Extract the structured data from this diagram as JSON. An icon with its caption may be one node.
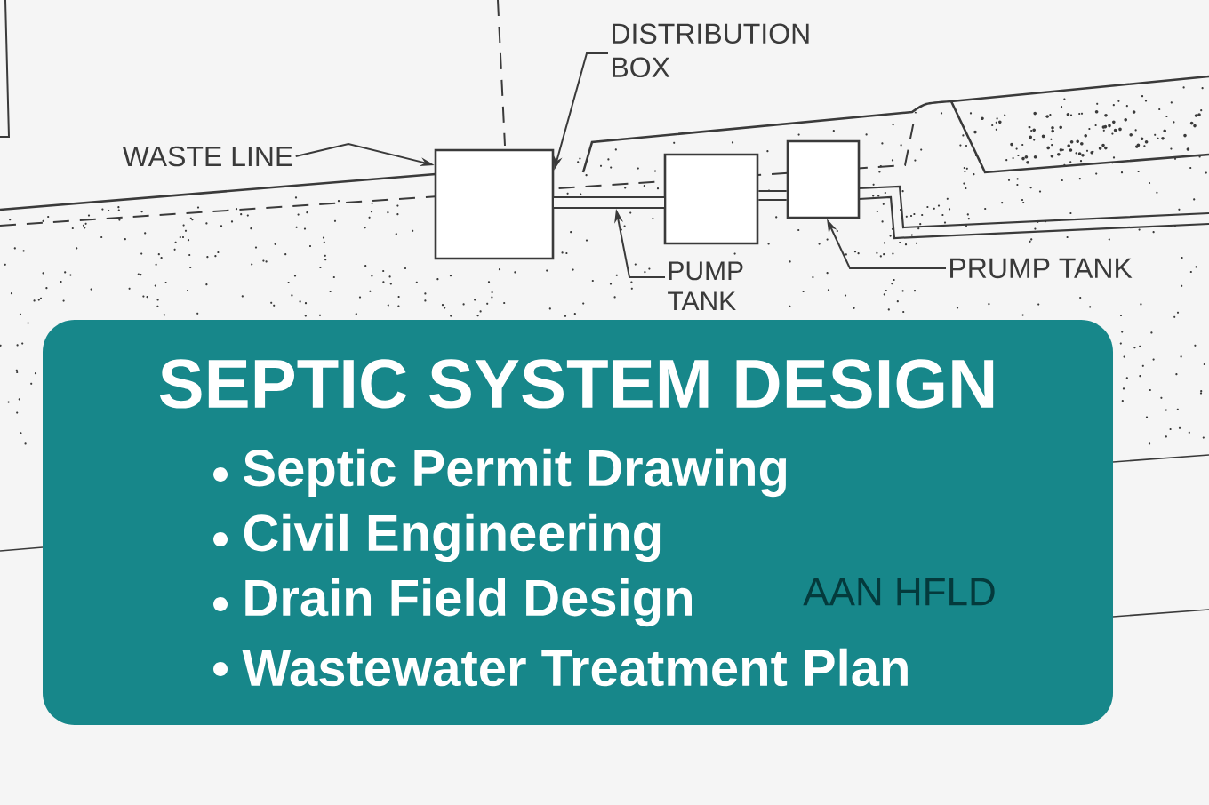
{
  "diagram": {
    "nodes": [
      {
        "text": [
          "WASTE LINE"
        ]
      },
      {
        "text": [],
        "shape": "box"
      },
      {
        "text": [
          "DISTRIBUTION BOX"
        ]
      },
      {
        "text": [],
        "shape": "box"
      },
      {
        "text": [],
        "shape": "box"
      },
      {
        "text": [
          "PUMP TANK"
        ]
      },
      {
        "text": [
          "PRUMP TANK"
        ]
      },
      {
        "text": [
          "SEPTIC SYSTEM DESIGN",
          "Septic Permit Drawing",
          "Civil Engineering",
          "Drain Field Design",
          "Wastewater Treatment Plan"
        ]
      },
      {
        "text": [],
        "shape": "bar"
      }
    ],
    "edges": [
      {
        "from": 0,
        "to": 1,
        "arrow": "to"
      },
      {
        "from": 2,
        "to": 1,
        "arrow": "to"
      },
      {
        "from": 5,
        "to": 8,
        "arrow": "to"
      },
      {
        "from": 6,
        "to": 4,
        "arrow": "to"
      },
      {
        "from": 3,
        "to": 4,
        "arrow": "none",
        "style": "thick"
      }
    ],
    "labels": [
      "AAN HFLD"
    ]
  }
}
